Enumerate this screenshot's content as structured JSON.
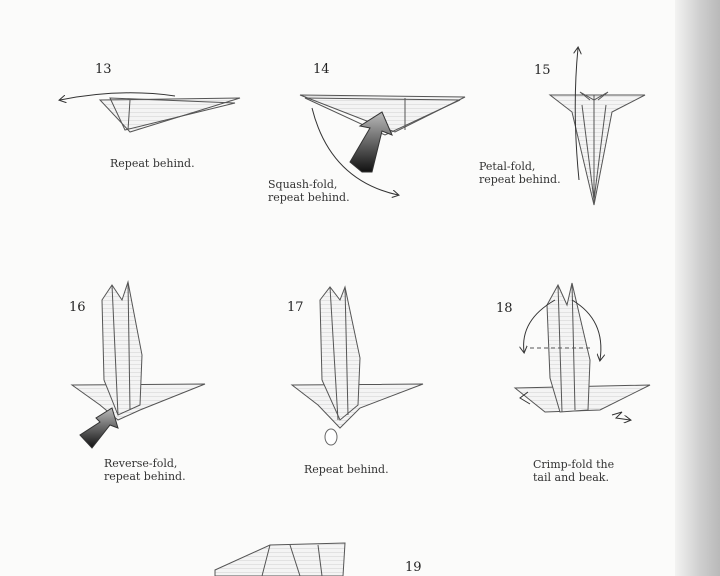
{
  "steps": [
    {
      "number": "13",
      "caption": "Repeat behind."
    },
    {
      "number": "14",
      "caption": "Squash-fold,\nrepeat behind."
    },
    {
      "number": "15",
      "caption": "Petal-fold,\nrepeat behind."
    },
    {
      "number": "16",
      "caption": "Reverse-fold,\nrepeat behind."
    },
    {
      "number": "17",
      "caption": "Repeat behind."
    },
    {
      "number": "18",
      "caption": "Crimp-fold the\ntail and beak."
    },
    {
      "number": "19",
      "caption": ""
    }
  ],
  "colors": {
    "line": "#555555",
    "shade": "#d9d9d9",
    "arrow": "#333333"
  }
}
